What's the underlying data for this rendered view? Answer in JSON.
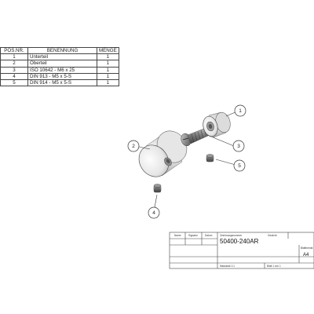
{
  "parts_list": {
    "headers": {
      "pos": "POS.NR.",
      "name": "BENENNUNG",
      "qty": "MENGE"
    },
    "rows": [
      {
        "pos": "1",
        "name": "Unterteil",
        "qty": "1"
      },
      {
        "pos": "2",
        "name": "Oberteil",
        "qty": "1"
      },
      {
        "pos": "3",
        "name": "ISO 10642 - M6 x 25",
        "qty": "1"
      },
      {
        "pos": "4",
        "name": "DIN 913 - M5 x 5-S",
        "qty": "1"
      },
      {
        "pos": "5",
        "name": "DIN 914 - M5 x 5-S",
        "qty": "1"
      }
    ]
  },
  "balloons": [
    "1",
    "2",
    "3",
    "4",
    "5"
  ],
  "title_block": {
    "drawing_number": "50400-240AR",
    "sheet_format": "A4",
    "small_labels": [
      "Name",
      "Signatur",
      "Datum",
      "Zeichnungsnummer",
      "Gewicht",
      "Blattformat",
      "Massstab 1:1",
      "Blatt 1 von 1"
    ]
  }
}
